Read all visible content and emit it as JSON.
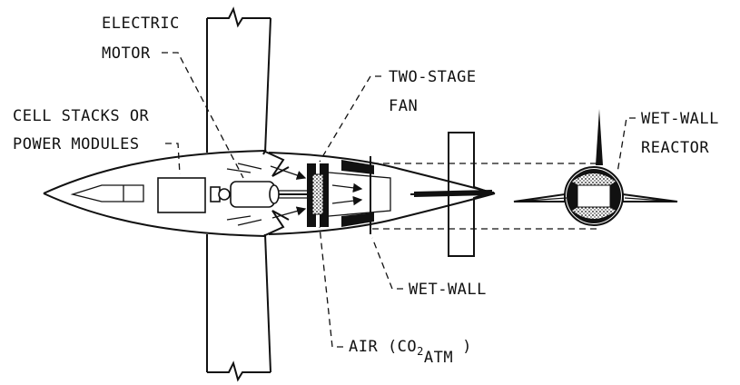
{
  "labels": {
    "electric_motor_1": "ELECTRIC",
    "electric_motor_2": "MOTOR",
    "two_stage_fan_1": "TWO-STAGE",
    "two_stage_fan_2": "FAN",
    "cell_stacks_1": "CELL STACKS OR",
    "cell_stacks_2": "POWER MODULES",
    "wet_wall_reactor_1": "WET-WALL",
    "wet_wall_reactor_2": "REACTOR",
    "wet_wall": "WET-WALL",
    "air_prefix": "AIR (CO",
    "air_sub_2": "2",
    "air_sub_atm": "ATM",
    "air_suffix": ")"
  }
}
